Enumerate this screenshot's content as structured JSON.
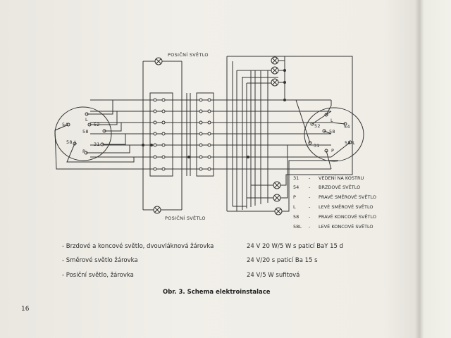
{
  "lamp_top_label": "POSIČNÍ SVĚTLO",
  "lamp_bottom_label": "POSIČNÍ SVĚTLO",
  "socket_left_pins": [
    "54",
    "L",
    "52",
    "58",
    "31",
    "58 L",
    "P"
  ],
  "socket_right_pins": [
    "L",
    "52",
    "54",
    "58",
    "58 L",
    "P",
    "31"
  ],
  "legend": [
    {
      "code": "31",
      "dash": "-",
      "text": "VEDENÍ NA KOSTRU"
    },
    {
      "code": "54",
      "dash": "-",
      "text": "BRZDOVÉ SVĚTLO"
    },
    {
      "code": "P",
      "dash": "-",
      "text": "PRAVÉ SMĚROVÉ SVĚTLO"
    },
    {
      "code": "L",
      "dash": "-",
      "text": "LEVÉ SMĚROVÉ SVĚTLO"
    },
    {
      "code": "58",
      "dash": "-",
      "text": "PRAVÉ KONCOVÉ SVĚTLO"
    },
    {
      "code": "58L",
      "dash": "-",
      "text": "LEVÉ KONCOVÉ SVĚTLO"
    }
  ],
  "specs": [
    {
      "desc": "- Brzdové a koncové světlo, dvouvláknová žárovka",
      "value": "24 V 20 W/5 W s paticí BaY 15 d"
    },
    {
      "desc": "- Směrové světlo žárovka",
      "value": "24 V/20 s paticí Ba 15 s"
    },
    {
      "desc": "- Posiční světlo, žárovka",
      "value": "24 V/5 W sufitová"
    }
  ],
  "caption": "Obr. 3. Schema elektroinstalace",
  "page_number": "16"
}
